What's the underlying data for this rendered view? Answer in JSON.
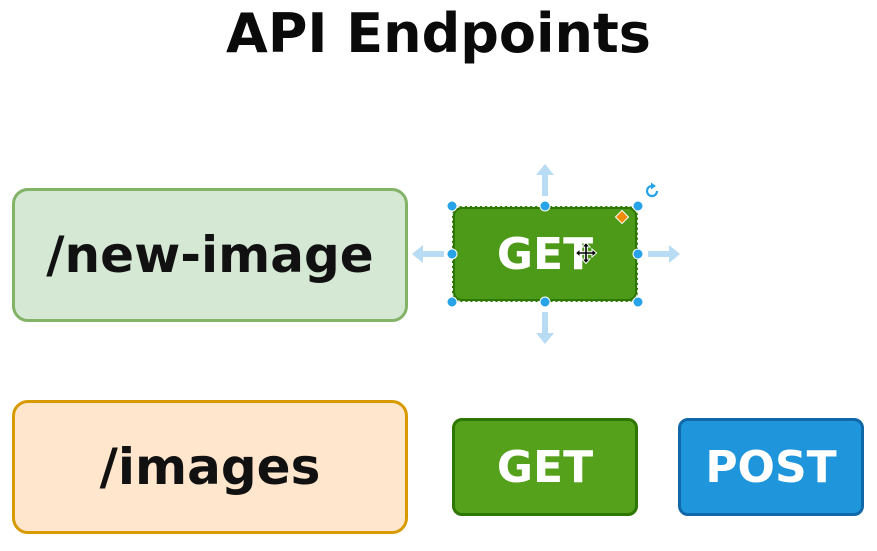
{
  "title": "API Endpoints",
  "endpoints": [
    {
      "path": "/new-image",
      "methods": [
        "GET"
      ]
    },
    {
      "path": "/images",
      "methods": [
        "GET",
        "POST"
      ]
    }
  ],
  "colors": {
    "new_image_fill": "#d5e8d4",
    "new_image_stroke": "#82b366",
    "images_fill": "#ffe6cc",
    "images_stroke": "#d79b00",
    "get_fill": "#4d9a18",
    "get_stroke": "#2d7600",
    "post_fill": "#1f96dc",
    "post_stroke": "#1168a9",
    "selection_handle": "#29a3e8",
    "hover_arrow": "#b7dcf3",
    "connection_point": "#f08a00"
  },
  "icons": {
    "rotate": "rotate-icon",
    "move_cursor": "move-cursor-icon",
    "connection_point": "connection-point-icon"
  }
}
